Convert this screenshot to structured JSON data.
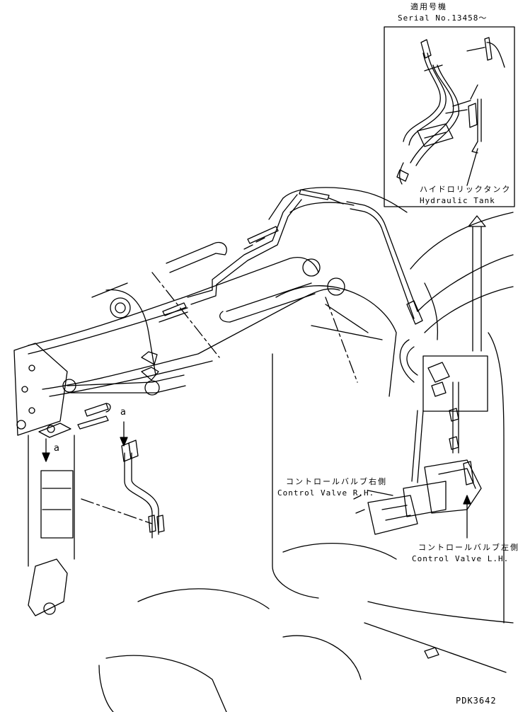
{
  "applicability": {
    "jp": "適用号機",
    "serial": "Serial No.13458～"
  },
  "hydraulic_tank": {
    "jp": "ハイドロリックタンク",
    "en": "Hydraulic Tank"
  },
  "control_valve_rh": {
    "jp": "コントロールバルブ右側",
    "en": "Control Valve R.H."
  },
  "control_valve_lh": {
    "jp": "コントロールバルブ左側",
    "en": "Control Valve L.H."
  },
  "callout_a": "a",
  "drawing_number": "PDK3642"
}
